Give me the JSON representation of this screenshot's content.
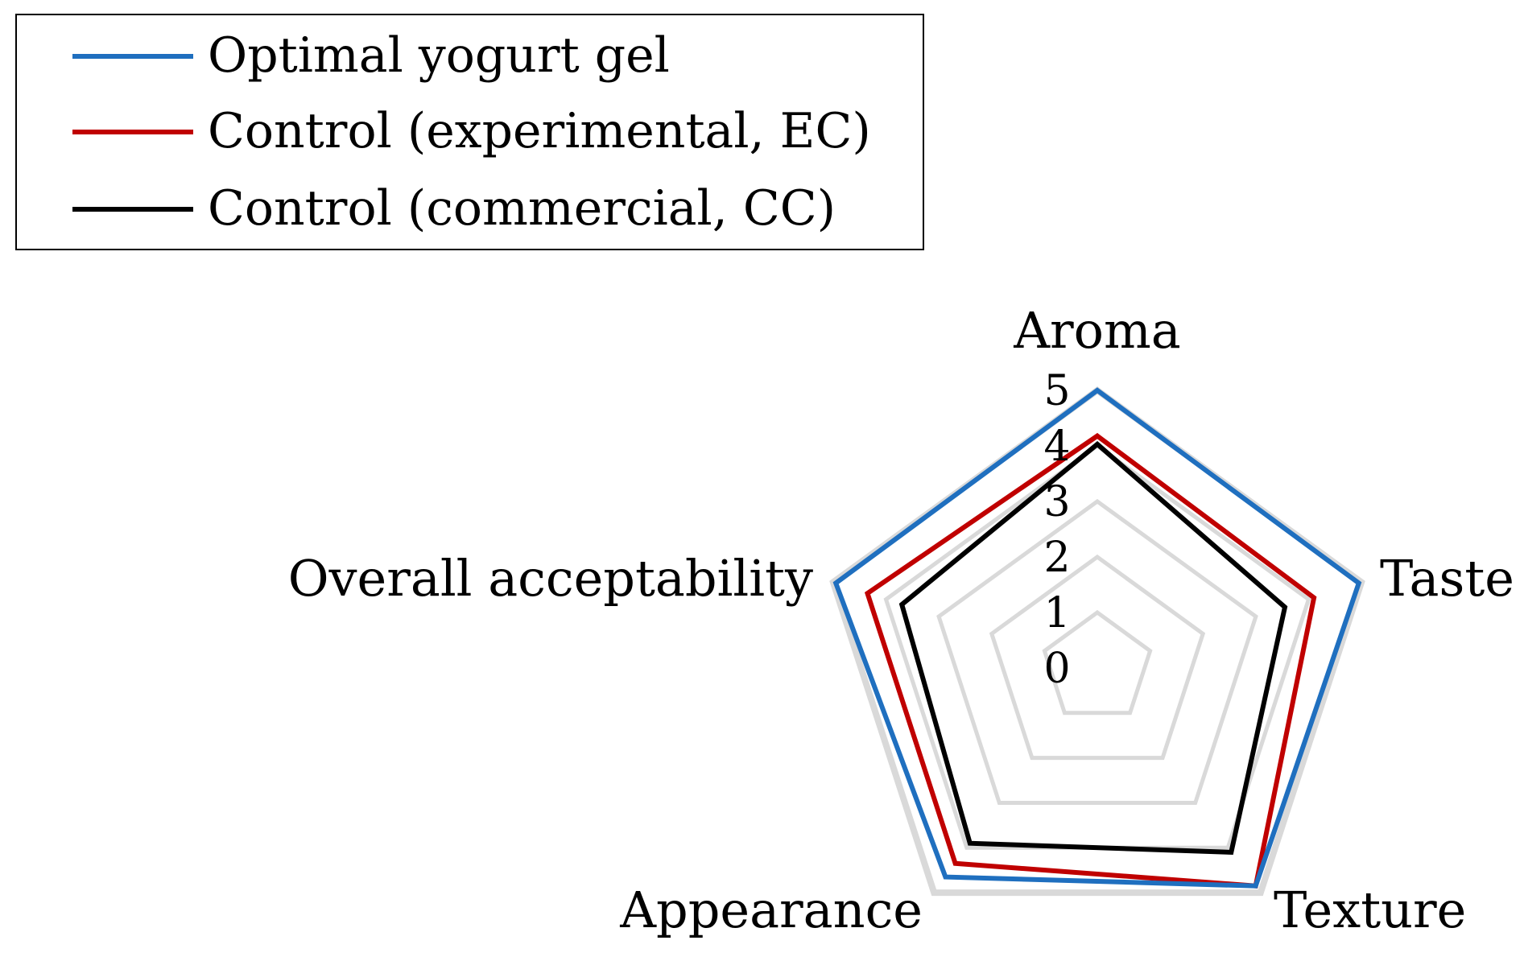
{
  "chart_data": {
    "type": "radar",
    "axes": [
      "Aroma",
      "Taste",
      "Texture",
      "Appearance",
      "Overall acceptability"
    ],
    "scale": {
      "min": 0,
      "max": 5,
      "ticks": [
        "0",
        "1",
        "2",
        "3",
        "4",
        "5"
      ]
    },
    "grid": true,
    "legend_position": "top-left",
    "series": [
      {
        "name": "Optimal yogurt gel",
        "color": "#1f6fbf",
        "values": [
          5.0,
          4.95,
          4.85,
          4.65,
          4.95
        ]
      },
      {
        "name": "Control (experimental, EC)",
        "color": "#c00000",
        "values": [
          4.18,
          4.1,
          4.85,
          4.35,
          4.35
        ]
      },
      {
        "name": "Control (commercial, CC)",
        "color": "#000000",
        "values": [
          4.03,
          3.55,
          4.1,
          3.9,
          3.7
        ]
      }
    ],
    "grid_color": "#d9d9d9"
  }
}
